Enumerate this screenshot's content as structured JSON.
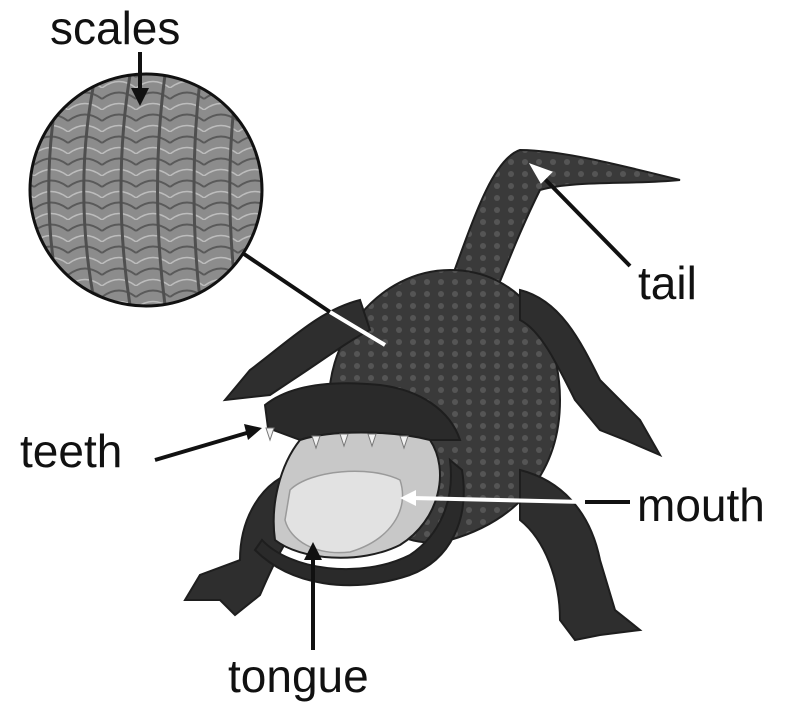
{
  "labels": {
    "scales": "scales",
    "tail": "tail",
    "teeth": "teeth",
    "mouth": "mouth",
    "tongue": "tongue"
  },
  "colors": {
    "background": "#ffffff",
    "text": "#111111",
    "leader_line": "#111111",
    "leader_line_on_dark": "#ffffff",
    "gator_body": "#3a3a3a",
    "gator_dark": "#1e1e1e",
    "mouth_inside": "#c8c8c8",
    "tongue": "#e2e2e2",
    "scale_zoom": "#8a8a8a"
  },
  "icons": {
    "scale_zoom": "scale-texture-magnifier",
    "animal": "alligator-photo"
  }
}
